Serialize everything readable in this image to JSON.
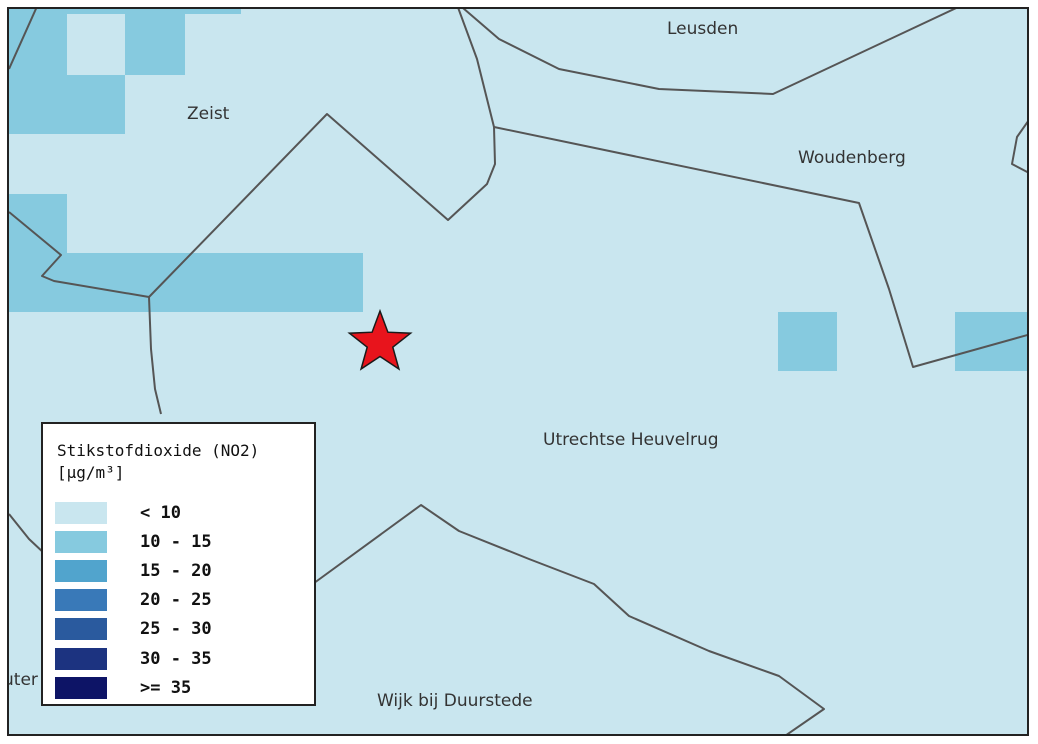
{
  "map": {
    "base_color": "#c9e6ef",
    "boundary_color": "#555555",
    "places": {
      "leusden": "Leusden",
      "zeist": "Zeist",
      "woudenberg": "Woudenberg",
      "utrechtse_heuvelrug": "Utrechtse Heuvelrug",
      "wijk_bij_duurstede": "Wijk bij Duurstede",
      "partial_left": "uter"
    },
    "marker": {
      "icon": "red-star-icon",
      "color": "#e8141c"
    }
  },
  "legend": {
    "title_line1": "Stikstofdioxide (NO2)",
    "title_line2": "[µg/m³]",
    "items": [
      {
        "label": "< 10",
        "color": "#c9e6ef"
      },
      {
        "label": "10 - 15",
        "color": "#86cadf"
      },
      {
        "label": "15 - 20",
        "color": "#51a4cd"
      },
      {
        "label": "20 - 25",
        "color": "#3979b8"
      },
      {
        "label": "25 - 30",
        "color": "#2a5a9e"
      },
      {
        "label": "30 - 35",
        "color": "#1c3380"
      },
      {
        "label": ">= 35",
        "color": "#0d1466"
      }
    ]
  }
}
